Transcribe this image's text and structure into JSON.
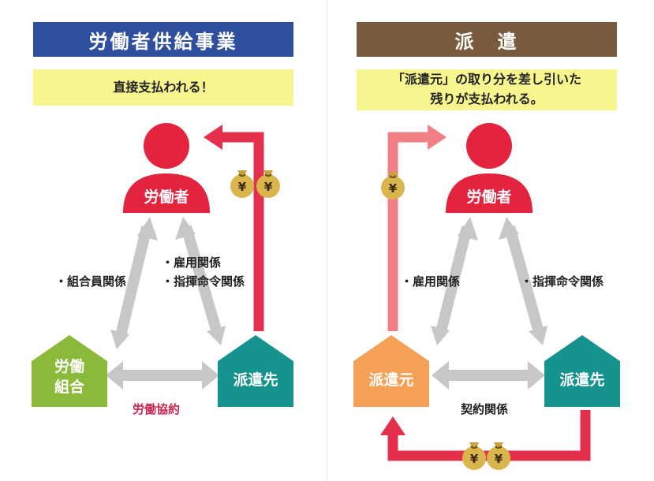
{
  "left": {
    "title": "労働者供給事業",
    "subtitle": "直接支払われる！",
    "worker_label": "労働者",
    "union_label": [
      "労働",
      "組合"
    ],
    "dest_label": "派遣先",
    "rel_left": "・組合員関係",
    "rel_right_1": "・雇用関係",
    "rel_right_2": "・指揮命令関係",
    "agreement": "労働協約"
  },
  "right": {
    "title": "派　遣",
    "subtitle_lines": [
      "「派遣元」の取り分を差し引いた",
      "残りが支払われる。"
    ],
    "worker_label": "労働者",
    "source_label": "派遣元",
    "dest_label": "派遣先",
    "rel_left": "・雇用関係",
    "rel_right": "・指揮命令関係",
    "agreement": "契約関係"
  },
  "money_symbol": "¥",
  "colors": {
    "left_banner": "#2e4e9e",
    "right_banner": "#7a5a3f",
    "subtitle_bg": "#f7f58e",
    "worker_red": "#e4233f",
    "union_green": "#8bba3a",
    "dest_teal": "#17938f",
    "source_orange": "#f4a157",
    "arrow_gray": "#c7c7c7",
    "money_arrow_red": "#e5304d",
    "money_arrow_pink": "#f07f86",
    "agreement_text": "#c9274f",
    "money_bag": "#d9b64d"
  }
}
